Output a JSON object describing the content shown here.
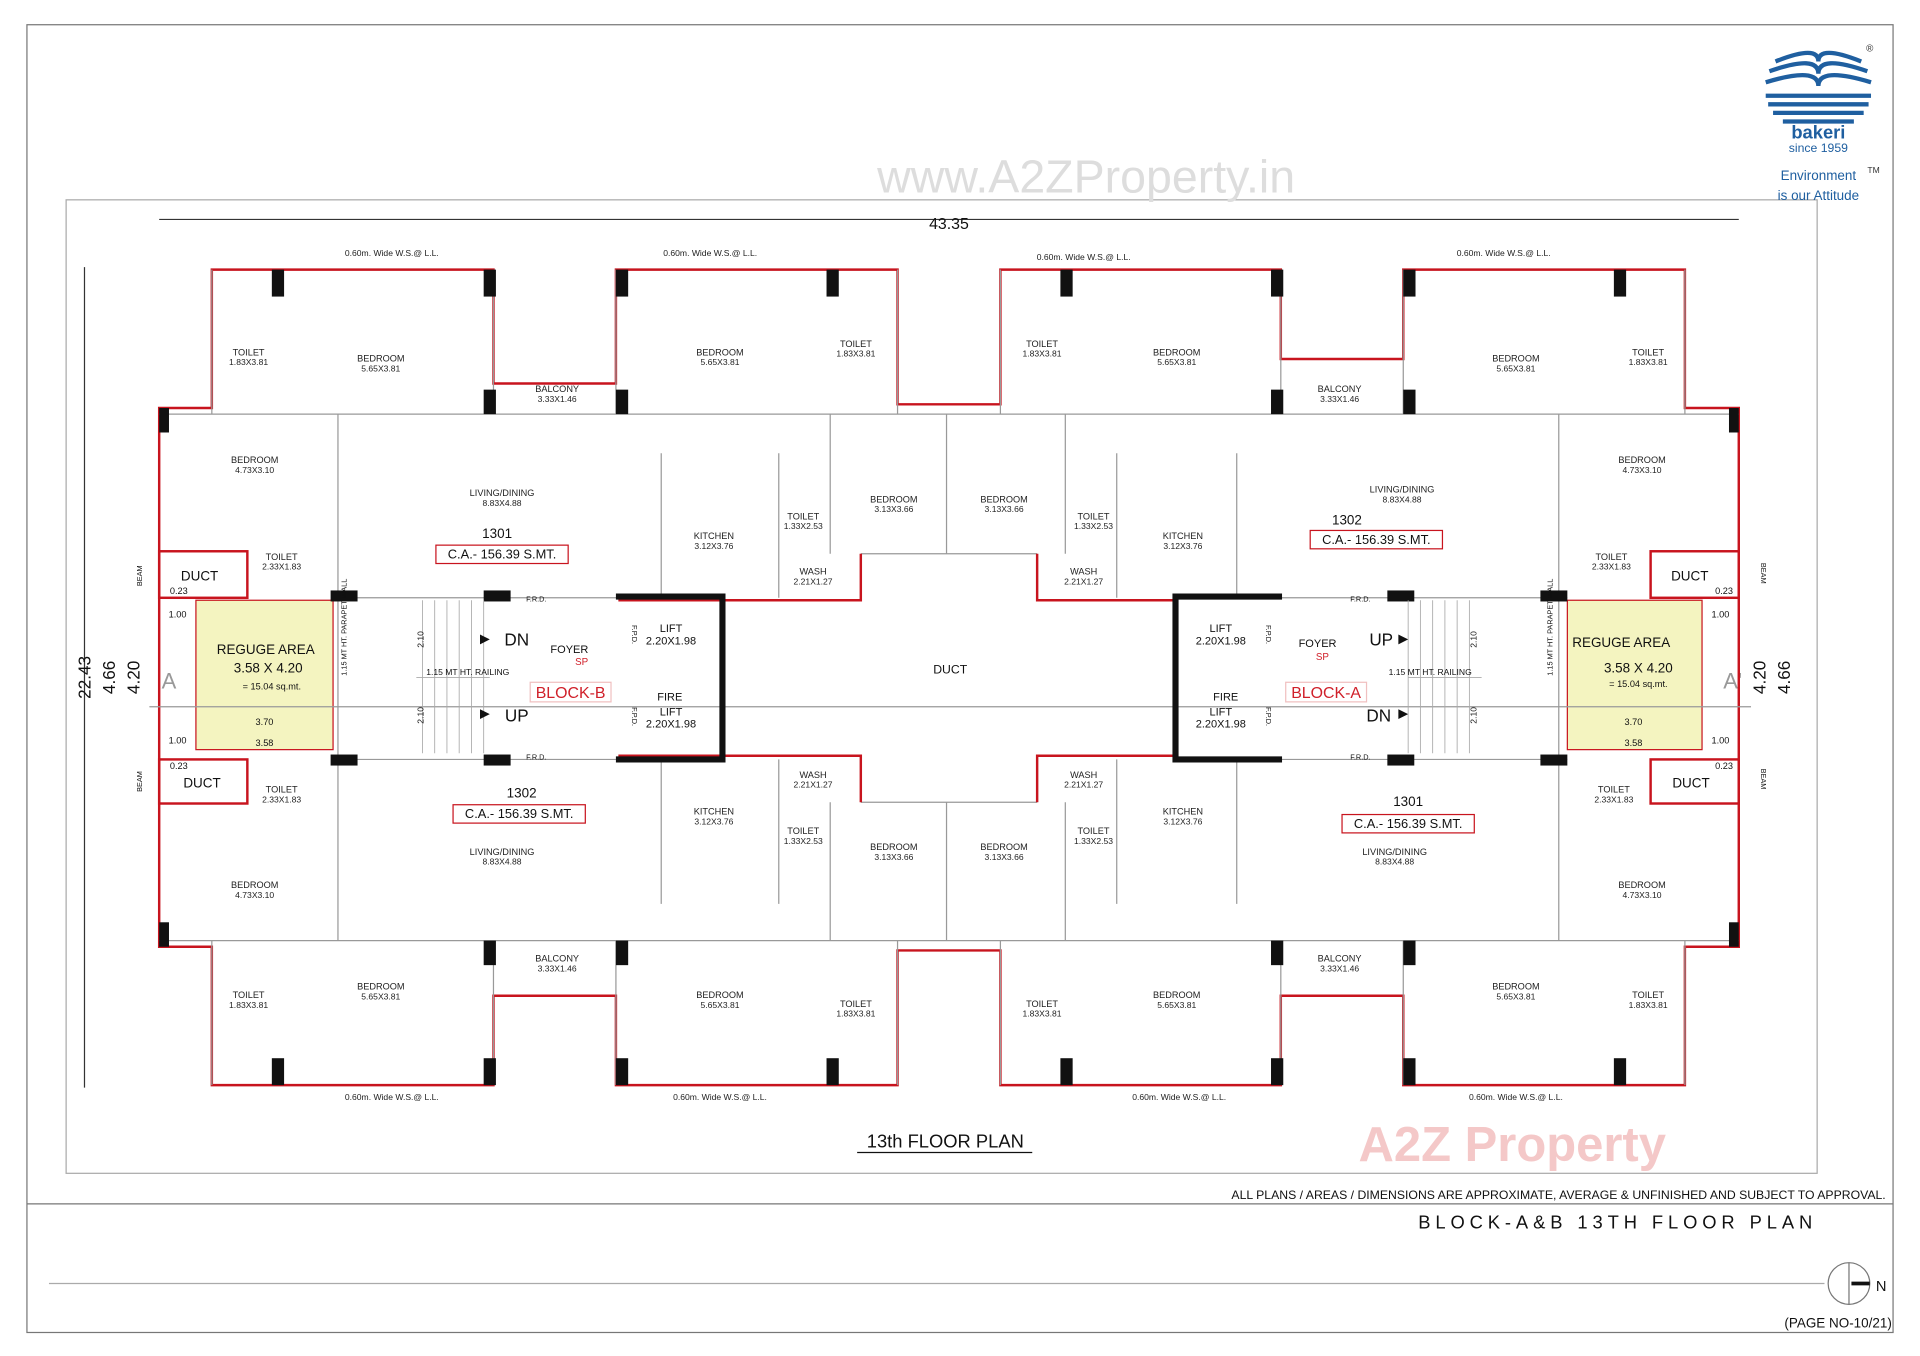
{
  "logo": {
    "brand": "bakeri",
    "since": "since 1959",
    "tagline_1": "Environment",
    "tagline_2": "is our Attitude",
    "tm": "TM",
    "registered": "®",
    "color": "#1f5fa0"
  },
  "watermarks": {
    "site": "www.A2ZProperty.in",
    "brand": "A2Z Property"
  },
  "dimensions": {
    "overall_width": "43.35",
    "overall_depth": "22.43",
    "side_outer": "4.66",
    "side_inner": "4.20",
    "section_left": "A",
    "section_right": "A'"
  },
  "window_note": "0.60m. Wide W.S.@ L.L.",
  "rooms": [
    {
      "name": "TOILET",
      "dims": "1.83X3.81"
    },
    {
      "name": "BEDROOM",
      "dims": "5.65X3.81"
    },
    {
      "name": "BALCONY",
      "dims": "3.33X1.46"
    },
    {
      "name": "BEDROOM",
      "dims": "5.65X3.81"
    },
    {
      "name": "TOILET",
      "dims": "1.83X3.81"
    },
    {
      "name": "TOILET",
      "dims": "1.83X3.81"
    },
    {
      "name": "BEDROOM",
      "dims": "5.65X3.81"
    },
    {
      "name": "BALCONY",
      "dims": "3.33X1.46"
    },
    {
      "name": "BEDROOM",
      "dims": "5.65X3.81"
    },
    {
      "name": "TOILET",
      "dims": "1.83X3.81"
    },
    {
      "name": "BEDROOM",
      "dims": "4.73X3.10"
    },
    {
      "name": "LIVING/DINING",
      "dims": "8.83X4.88"
    },
    {
      "name": "KITCHEN",
      "dims": "3.12X3.76"
    },
    {
      "name": "TOILET",
      "dims": "1.33X2.53"
    },
    {
      "name": "BEDROOM",
      "dims": "3.13X3.66"
    },
    {
      "name": "BEDROOM",
      "dims": "3.13X3.66"
    },
    {
      "name": "TOILET",
      "dims": "1.33X2.53"
    },
    {
      "name": "KITCHEN",
      "dims": "3.12X3.76"
    },
    {
      "name": "LIVING/DINING",
      "dims": "8.83X4.88"
    },
    {
      "name": "BEDROOM",
      "dims": "4.73X3.10"
    },
    {
      "name": "TOILET",
      "dims": "2.33X1.83"
    },
    {
      "name": "WASH",
      "dims": "2.21X1.27"
    },
    {
      "name": "WASH",
      "dims": "2.21X1.27"
    },
    {
      "name": "TOILET",
      "dims": "2.33X1.83"
    },
    {
      "name": "TOILET",
      "dims": "2.33X1.83"
    },
    {
      "name": "WASH",
      "dims": "2.21X1.27"
    },
    {
      "name": "WASH",
      "dims": "2.21X1.27"
    },
    {
      "name": "TOILET",
      "dims": "2.33X1.83"
    },
    {
      "name": "KITCHEN",
      "dims": "3.12X3.76"
    },
    {
      "name": "TOILET",
      "dims": "1.33X2.53"
    },
    {
      "name": "BEDROOM",
      "dims": "3.13X3.66"
    },
    {
      "name": "BEDROOM",
      "dims": "3.13X3.66"
    },
    {
      "name": "TOILET",
      "dims": "1.33X2.53"
    },
    {
      "name": "KITCHEN",
      "dims": "3.12X3.76"
    },
    {
      "name": "LIVING/DINING",
      "dims": "8.83X4.88"
    },
    {
      "name": "LIVING/DINING",
      "dims": "8.83X4.88"
    },
    {
      "name": "BEDROOM",
      "dims": "4.73X3.10"
    },
    {
      "name": "BEDROOM",
      "dims": "4.73X3.10"
    },
    {
      "name": "TOILET",
      "dims": "1.83X3.81"
    },
    {
      "name": "BEDROOM",
      "dims": "5.65X3.81"
    },
    {
      "name": "BALCONY",
      "dims": "3.33X1.46"
    },
    {
      "name": "BEDROOM",
      "dims": "5.65X3.81"
    },
    {
      "name": "TOILET",
      "dims": "1.83X3.81"
    },
    {
      "name": "TOILET",
      "dims": "1.83X3.81"
    },
    {
      "name": "BEDROOM",
      "dims": "5.65X3.81"
    },
    {
      "name": "BALCONY",
      "dims": "3.33X1.46"
    },
    {
      "name": "BEDROOM",
      "dims": "5.65X3.81"
    },
    {
      "name": "TOILET",
      "dims": "1.83X3.81"
    }
  ],
  "flats": [
    {
      "number": "1301",
      "carpet_area": "C.A.- 156.39 S.MT."
    },
    {
      "number": "1302",
      "carpet_area": "C.A.- 156.39 S.MT."
    },
    {
      "number": "1302",
      "carpet_area": "C.A.- 156.39 S.MT."
    },
    {
      "number": "1301",
      "carpet_area": "C.A.- 156.39 S.MT."
    }
  ],
  "core": {
    "duct": "DUCT",
    "lift": "LIFT",
    "lift_dims": "2.20X1.98",
    "fire": "FIRE",
    "foyer": "FOYER",
    "sp": "SP",
    "block_b": "BLOCK-B",
    "block_a": "BLOCK-A",
    "dn": "DN",
    "up": "UP",
    "frd": "F.R.D.",
    "fpd": "F.P.D.",
    "railing": "1.15 MT HT. RAILING",
    "parapet": "1.15 MT HT. PARAPET WALL",
    "stair_run": "2.10",
    "beam": "BEAM"
  },
  "refuge": {
    "title": "REGUGE AREA",
    "dims": "3.58 X 4.20",
    "area": "= 15.04 sq.mt.",
    "dim_outer": "3.70",
    "dim_inner": "3.58",
    "offset": "1.00",
    "wall": "0.23",
    "fill": "#f4f4c0"
  },
  "plan_title": "13th FLOOR PLAN",
  "footer": {
    "disclaimer": "ALL PLANS / AREAS / DIMENSIONS  ARE  APPROXIMATE, AVERAGE & UNFINISHED AND SUBJECT TO APPROVAL.",
    "sheet_title": "BLOCK-A&B 13TH FLOOR PLAN",
    "north": "N",
    "page": "(PAGE NO-10/21)"
  },
  "colors": {
    "wall": "#c8141e",
    "label_red": "#d0202a"
  }
}
